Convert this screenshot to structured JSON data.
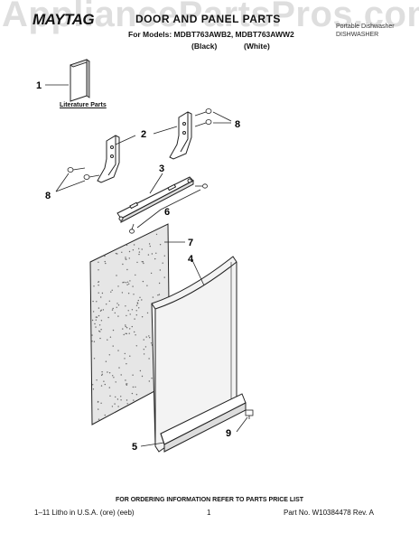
{
  "header": {
    "brand": "MAYTAG",
    "title": "DOOR AND PANEL PARTS",
    "models_line": "For Models: MDBT763AWB2, MDBT763AWW2",
    "variant_black": "(Black)",
    "variant_white": "(White)",
    "side_info_line1": "Portable Dishwasher",
    "side_info_line2": "DISHWASHER"
  },
  "watermark": "AppliancePartsPros.com",
  "literature_label": "Literature Parts",
  "callouts": [
    "1",
    "2",
    "3",
    "4",
    "5",
    "6",
    "7",
    "8",
    "8",
    "9"
  ],
  "footer": {
    "ordering_note": "FOR ORDERING INFORMATION REFER TO PARTS PRICE LIST",
    "litho": "1–11 Litho in U.S.A. (ore) (eeb)",
    "page": "1",
    "part_number": "Part No. W10384478 Rev. A"
  },
  "colors": {
    "line": "#222222",
    "panel_fill": "#e6e6e6",
    "door_fill": "#f3f3f3"
  }
}
